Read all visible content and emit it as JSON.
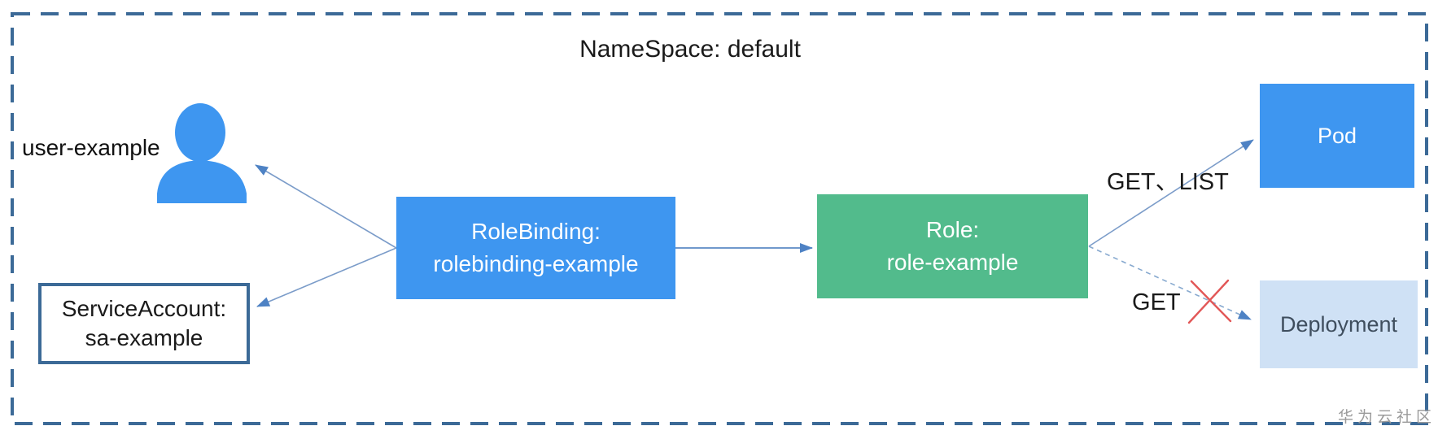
{
  "diagram": {
    "title": "NameSpace: default",
    "nodes": {
      "user": {
        "label": "user-example",
        "icon": "person-icon"
      },
      "service_account": {
        "line1": "ServiceAccount:",
        "line2": "sa-example"
      },
      "role_binding": {
        "line1": "RoleBinding:",
        "line2": "rolebinding-example"
      },
      "role": {
        "line1": "Role:",
        "line2": "role-example"
      },
      "pod": {
        "label": "Pod"
      },
      "deployment": {
        "label": "Deployment"
      }
    },
    "edges": {
      "rolebinding_to_user": {
        "style": "solid-arrow"
      },
      "rolebinding_to_serviceaccount": {
        "style": "solid-arrow"
      },
      "rolebinding_to_role": {
        "style": "solid-arrow"
      },
      "role_to_pod": {
        "label": "GET、LIST",
        "style": "solid-arrow"
      },
      "role_to_deployment": {
        "label": "GET",
        "style": "dashed-arrow",
        "denied_icon": "red-cross-icon"
      }
    },
    "watermark": "华为云社区",
    "colors": {
      "node_blue": "#3E96F0",
      "node_green": "#52BB8C",
      "node_light_blue": "#CFE1F5",
      "deployment_text": "#3F4E5E",
      "dashed_border_blue": "#3C6A97",
      "arrow_line": "#7B9CC9",
      "arrow_head": "#4E82C4",
      "denied_red": "#E25757",
      "watermark_gray": "#9A9A9A",
      "title_text": "#1A1A1A"
    }
  }
}
